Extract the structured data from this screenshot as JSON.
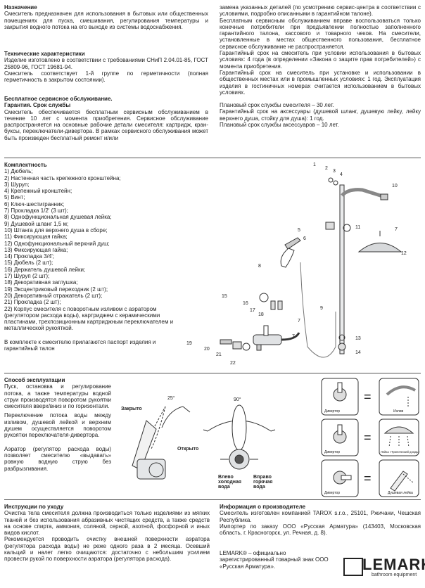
{
  "purpose": {
    "title": "Назначение",
    "text": "Смеситель предназначен для использования в бытовых или общественных помещениях для пуска, смешивания, регулирования температуры и закрытия водного потока на его выходе из системы водоснабжения."
  },
  "tech": {
    "title": "Технические характеристики",
    "text1": "Изделие изготовлено в соответствии с требованиями СНиП 2.04.01-85, ГОСТ 25809-96, ГОСТ 19681-94.",
    "text2": "Смеситель соответствует 1-й группе по герметичности (полная герметичность в закрытом состоянии)."
  },
  "service": {
    "title1": "Бесплатное сервисное обслуживание.",
    "title2": "Гарантия. Срок службы",
    "text": "Смеситель обеспечивается бесплатным сервисным обслуживанием в течение 10 лет с момента приобретения. Сервисное обслуживание распространяется на основные рабочие детали смесителя: картридж, кран-буксы, переключатели-дивертора. В рамках сервисного обслуживания может быть произведен бесплатный ремонт и/или"
  },
  "right_top": {
    "p1": "замена указанных деталей (по усмотрению сервис-центра в соответствии с условиями, подробно описанными в гарантийном талоне).",
    "p2": "Бесплатным сервисным обслуживанием вправе воспользоваться только конечные потребители при предъявлении полностью заполненного гарантийного талона, кассового и товарного чеков. На смесители, установленные в местах общественного пользования, бесплатное сервисное обслуживание не распространяется.",
    "p3": "Гарантийный срок на смеситель при условии использования в бытовых условиях: 4 года (в определении «Закона о защите прав потребителей») с момента приобретения.",
    "p4": "Гарантийный срок на смеситель при установке и использовании в общественных местах или в промышленных условиях: 1 год. Эксплуатация изделия в гостиничных номерах считается использованием в бытовых условиях.",
    "p5": "Плановый срок службы смесителя – 30 лет.",
    "p6": "Гарантийный срок на аксессуары (душевой шланг, душевую лейку, лейку верхнего душа, стойку для душа): 1 год.",
    "p7": "Плановый срок службы аксессуаров – 10 лет."
  },
  "kit": {
    "title": "Комплектность",
    "items": [
      "1) Дюбель;",
      "2) Настенная часть крепежного кронштейна;",
      "3) Шуруп;",
      "4) Крепежный кронштейн;",
      "5) Винт;",
      "6) Ключ-шестигранник;",
      "7) Прокладка 1/2' (3 шт);",
      "8) Однофункциональная душевая лейка;",
      "9) Душевой шланг 1,5 м;",
      "10) Штанга для верхнего душа в сборе;",
      "11) Фиксирующая гайка;",
      "12) Однофункциональный верхний душ;",
      "13) Фиксирующая гайка;",
      "14) Прокладка 3/4';",
      "15) Дюбель (2 шт);",
      "16) Держатель душевой лейки;",
      "17) Шуруп (2 шт);",
      "18) Декоративная заглушка;",
      "19) Эксцентриковый переходник (2 шт);",
      "20) Декоративный отражатель (2 шт);",
      "21) Прокладка (2 шт);",
      "22) Корпус смесителя с поворотным изливом с аэратором (регулятором расхода воды), картриджем с керамическими пластинами, трехпозиционным картриджным переключателем и металлической рукояткой."
    ],
    "note": "В комплекте к смесителю прилагаются паспорт изделия и гарантийный талон",
    "callouts": [
      "1",
      "2",
      "3",
      "4",
      "5",
      "6",
      "7",
      "8",
      "9",
      "10",
      "11",
      "12",
      "13",
      "14",
      "15",
      "16",
      "17",
      "18",
      "19",
      "20",
      "21",
      "22",
      "7",
      "7"
    ]
  },
  "operation": {
    "title": "Способ эксплуатации",
    "p1": "Пуск, остановка и регулирование потока, а также температуры водной струи производятся поворотом рукоятки смесителя вверх/вниз и по горизонтали.",
    "p2": "Переключение потока воды между изливом, душевой лейкой и верхним душем осуществляется поворотом рукоятки переключателя-дивертора.",
    "p3": "Аэратор (регулятор расхода воды) позволяет смесителю «выдавать» ровную водную струю без разбрызгивания.",
    "closed": "Закрыто",
    "open": "Открыто",
    "angle25": "25°",
    "angle90": "90°",
    "left_label": "Влево\nхолодная\nвода",
    "right_label": "Вправо\nгорячая\nвода",
    "diverter_label": "Дивертор",
    "eq": "=",
    "spout": "Излив",
    "rain": "Лейка «Тропический дождь»",
    "hand": "Душевая лейка"
  },
  "care": {
    "title": "Инструкции по уходу",
    "text": "Очистка тела смесителя должна производиться только изделиями из мягких тканей и без использования абразивных чистящих средств, а также средств на основе спирта, аммония, соляной, серной, азотной, фосфорной и иных видов кислот.\nРекомендуется проводить очистку внешней поверхности аэратора (регулятора расхода воды) не реже одного раза в 2 месяца. Осевший кальций и налет легко очищаются: достаточно с небольшим усилием провести рукой по поверхности аэратора (регулятора расхода)."
  },
  "manufacturer": {
    "title": "Информация о производителе",
    "text": "Смеситель изготовлен компанией TAROX s.r.o., 25101, Ржичани, Чешская Республика.\nИмпортер по заказу ООО «Русская Арматура» (143403, Московская область, г. Красногорск, ул. Речная, д. 8).",
    "trademark": "LEMARK® – официально зарегистрированный товарный знак ООО «Русская Арматура»."
  },
  "logo": {
    "text": "LEMARK",
    "sub": "bathroom equipment"
  },
  "colors": {
    "text": "#222222",
    "rule": "#555555",
    "chrome": "#9aa0a6"
  }
}
